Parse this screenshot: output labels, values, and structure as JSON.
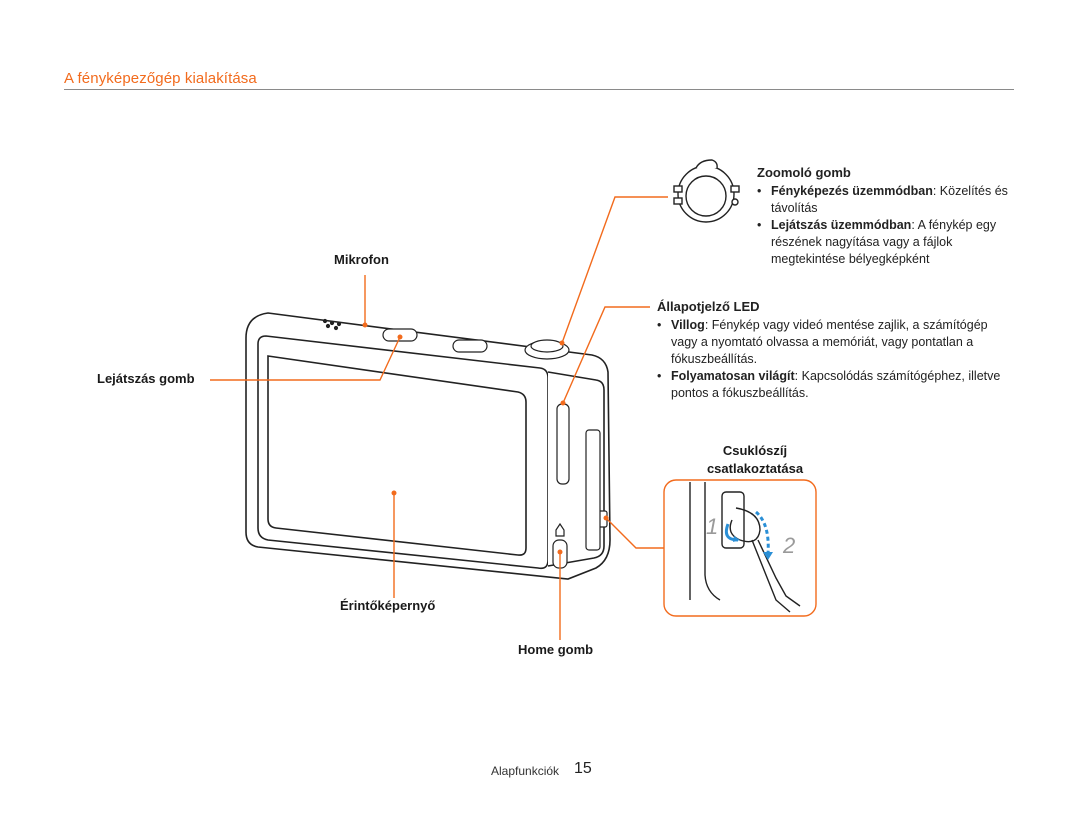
{
  "section_title": "A fényképezőgép kialakítása",
  "labels": {
    "mikrofon": "Mikrofon",
    "lejatszas_gomb": "Lejátszás gomb",
    "erintokepernyo": "Érintőképernyő",
    "home_gomb": "Home gomb",
    "csuklo_line1": "Csuklószíj",
    "csuklo_line2": "csatlakoztatása"
  },
  "zoom_block": {
    "heading": "Zoomoló gomb",
    "item1_bold": "Fényképezés üzemmódban",
    "item1_text": ": Közelítés és távolítás",
    "item2_bold": "Lejátszás üzemmódban",
    "item2_text": ": A fénykép egy részének nagyítása vagy a fájlok megtekintése bélyegképként"
  },
  "led_block": {
    "heading": "Állapotjelző LED",
    "item1_bold": "Villog",
    "item1_text": ": Fénykép vagy videó mentése zajlik, a számítógép vagy a nyomtató olvassa a memóriát, vagy pontatlan a fókuszbeállítás.",
    "item2_bold": "Folyamatosan világít",
    "item2_text": ": Kapcsolódás számítógéphez, illetve pontos a fókuszbeállítás."
  },
  "strap_steps": [
    "1",
    "2"
  ],
  "footer": {
    "label": "Alapfunkciók",
    "page": "15"
  },
  "colors": {
    "accent": "#f26b1d",
    "rule": "#8a8a8a",
    "arrow": "#2a8fd6"
  }
}
